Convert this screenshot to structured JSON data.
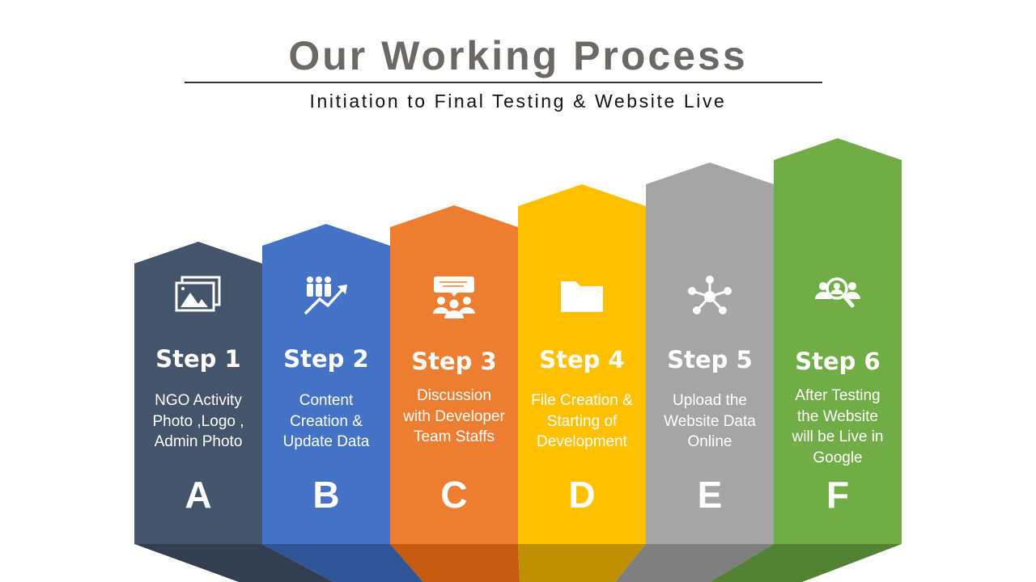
{
  "title": "Our Working Process",
  "subtitle": "Initiation to Final Testing & Website Live",
  "steps": [
    {
      "step": "Step 1",
      "desc": "NGO Activity Photo ,Logo , Admin Photo",
      "letter": "A",
      "icon": "image-gallery-icon",
      "color": "#44546a",
      "shadow": "#333f50"
    },
    {
      "step": "Step 2",
      "desc": "Content Creation & Update Data",
      "letter": "B",
      "icon": "people-growth-icon",
      "color": "#4472c4",
      "shadow": "#2f5597"
    },
    {
      "step": "Step 3",
      "desc": "Discussion with Developer Team Staffs",
      "letter": "C",
      "icon": "team-discussion-icon",
      "color": "#ed7d31",
      "shadow": "#c55a11"
    },
    {
      "step": "Step 4",
      "desc": "File Creation & Starting of Development",
      "letter": "D",
      "icon": "folder-icon",
      "color": "#ffc000",
      "shadow": "#bf9000"
    },
    {
      "step": "Step 5",
      "desc": "Upload the Website Data Online",
      "letter": "E",
      "icon": "network-icon",
      "color": "#a5a5a5",
      "shadow": "#7f7f7f"
    },
    {
      "step": "Step 6",
      "desc": "After Testing the Website will be Live in Google",
      "letter": "F",
      "icon": "user-search-icon",
      "color": "#70ad47",
      "shadow": "#548235"
    }
  ]
}
